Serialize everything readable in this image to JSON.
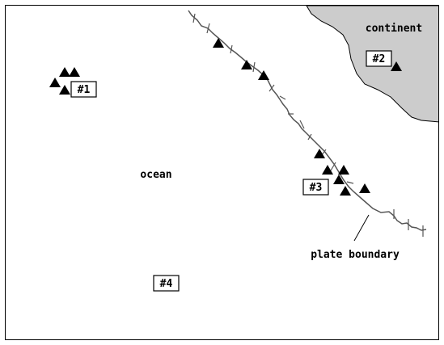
{
  "labels": {
    "continent": "continent",
    "ocean": "ocean",
    "plate_boundary": "plate boundary"
  },
  "sites": [
    {
      "id": "site-1",
      "label": "#1"
    },
    {
      "id": "site-2",
      "label": "#2"
    },
    {
      "id": "site-3",
      "label": "#3"
    },
    {
      "id": "site-4",
      "label": "#4"
    }
  ],
  "colors": {
    "continent_fill": "#cccccc",
    "boundary_line": "#555555",
    "volcano": "#000000",
    "outline": "#000000"
  },
  "icons": {
    "volcano": "triangle-volcano-icon"
  }
}
